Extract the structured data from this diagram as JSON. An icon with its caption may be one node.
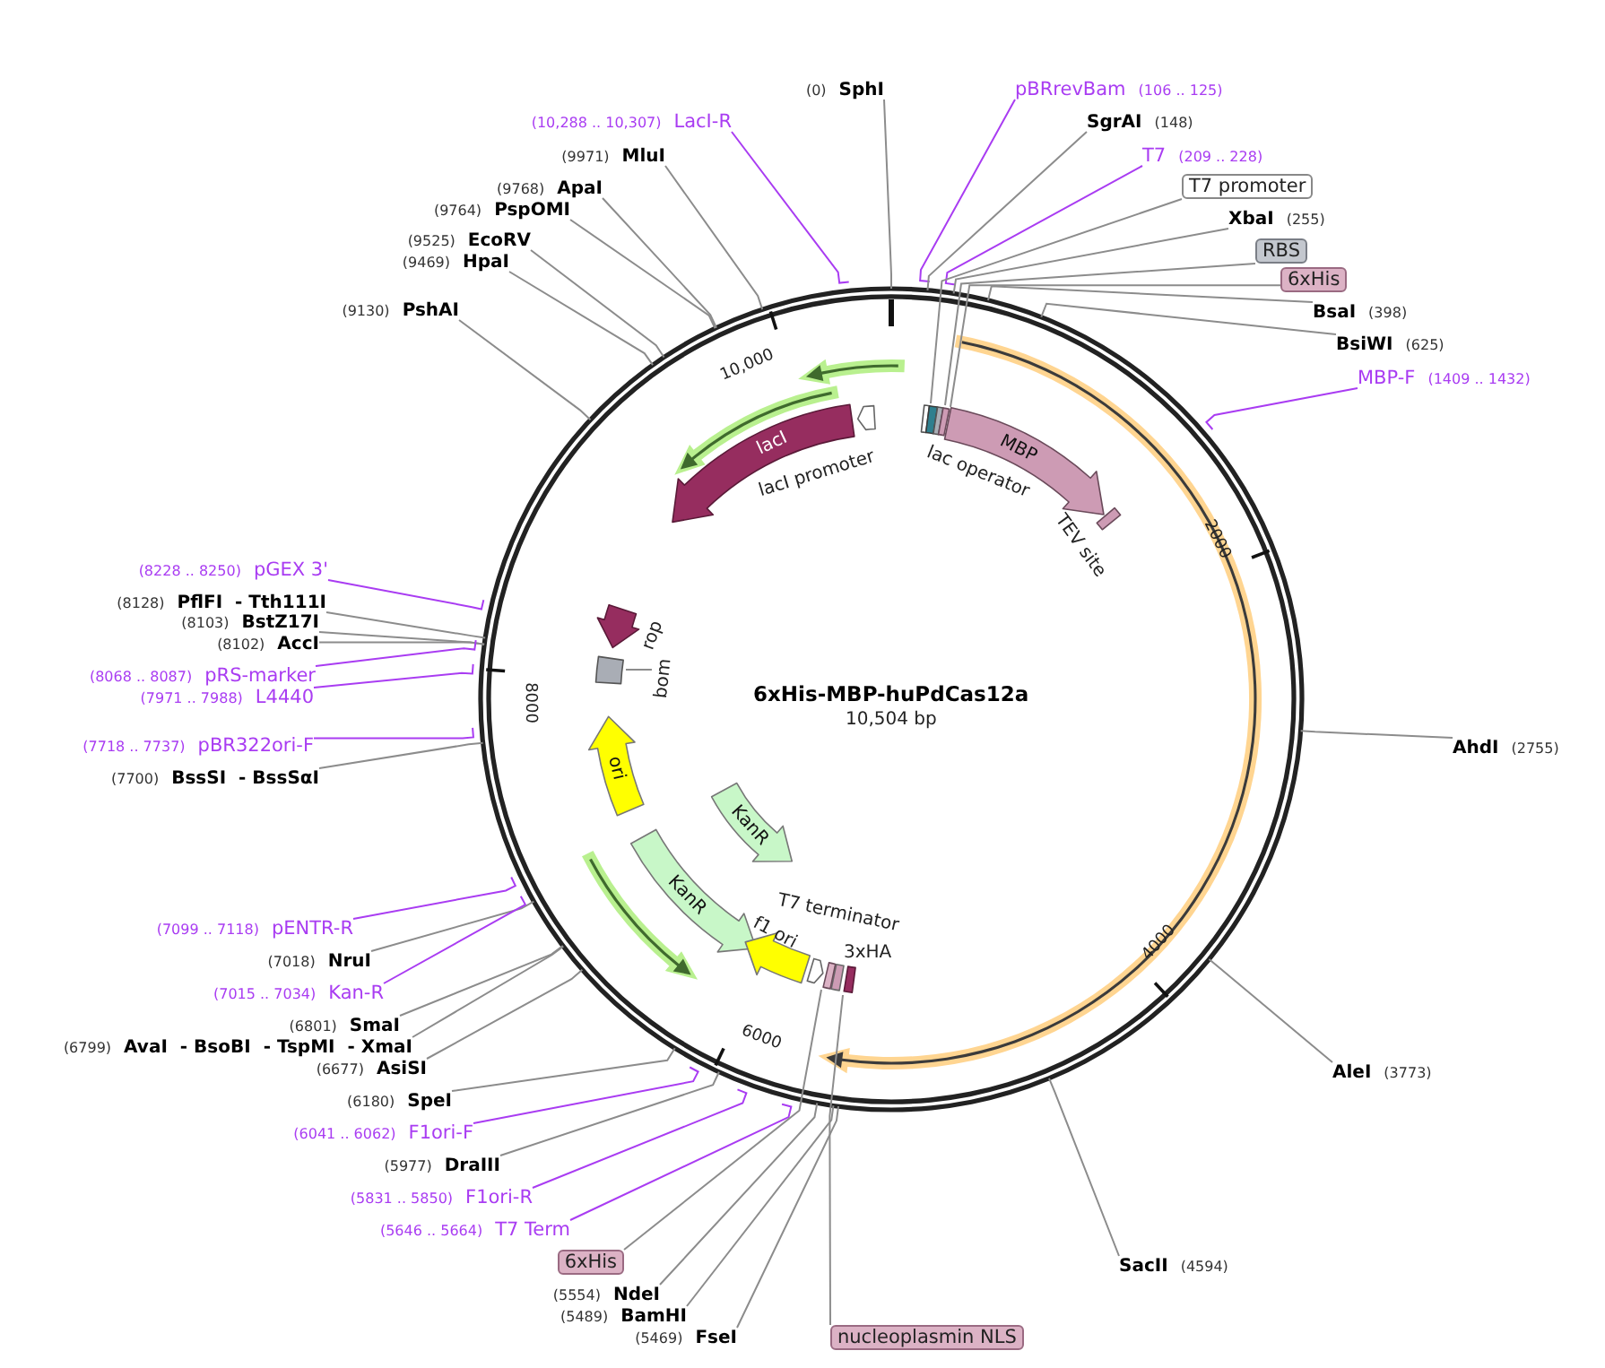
{
  "diagram": {
    "title": "6xHis-MBP-huPdCas12a",
    "nodes": [
      {
        "text": [
          "(0)",
          "SphI"
        ]
      },
      {
        "text": [
          "pBRrevBam",
          "(106 .. 125)"
        ]
      },
      {
        "text": [
          "(10,288 .. 10,307)",
          "LacI-R"
        ]
      },
      {
        "text": [
          "SgrAI",
          "(148)"
        ]
      },
      {
        "text": [
          "(9971)",
          "MluI"
        ]
      },
      {
        "text": [
          "T7",
          "(209 .. 228)"
        ]
      },
      {
        "text": [
          "T7 promoter"
        ]
      },
      {
        "text": [
          "(9768)",
          "ApaI"
        ]
      },
      {
        "text": [
          "(9764)",
          "PspOMI"
        ]
      },
      {
        "text": [
          "XbaI",
          "(255)"
        ]
      },
      {
        "text": [
          "(9525)",
          "EcoRV"
        ]
      },
      {
        "text": [
          "RBS"
        ]
      },
      {
        "text": [
          "(9469)",
          "HpaI"
        ]
      },
      {
        "text": [
          "6xHis"
        ]
      },
      {
        "text": [
          "(9130)",
          "PshAI"
        ]
      },
      {
        "text": [
          "BsaI",
          "(398)"
        ]
      },
      {
        "text": [
          "BsiWI",
          "(625)"
        ]
      },
      {
        "text": [
          "MBP-F",
          "(1409 .. 1432)"
        ]
      },
      {
        "text": [
          "lacI"
        ]
      },
      {
        "text": [],
        "shape": "arrow"
      },
      {
        "text": [],
        "shape": "bar"
      },
      {
        "text": [],
        "shape": "bar",
        "beside": [
          "lac operator"
        ]
      },
      {
        "text": [],
        "shape": "bar"
      },
      {
        "text": [],
        "shape": "bar"
      },
      {
        "text": [
          "MBP"
        ]
      },
      {
        "text": [],
        "shape": "bar",
        "beside": [
          "TEV site"
        ]
      },
      {
        "text": [
          "(8228 .. 8250)",
          "pGEX 3'"
        ]
      },
      {
        "text": [
          "(8128)",
          "PflFI",
          "- Tth111I"
        ]
      },
      {
        "text": [],
        "shape": "arrow",
        "beside": [
          "rop"
        ]
      },
      {
        "text": [
          "(8103)",
          "BstZ17I"
        ]
      },
      {
        "text": [
          "(8102)",
          "AccI"
        ]
      },
      {
        "text": [
          "bom"
        ]
      },
      {
        "text": [],
        "shape": "box"
      },
      {
        "text": [
          "(8068 .. 8087)",
          "pRS-marker"
        ]
      },
      {
        "text": [
          "(7971 .. 7988)",
          "L4440"
        ]
      },
      {
        "text": [
          "(7718 .. 7737)",
          "pBR322ori-F"
        ]
      },
      {
        "text": [
          "AhdI",
          "(2755)"
        ]
      },
      {
        "text": [
          "ori"
        ]
      },
      {
        "text": [
          "(7700)",
          "BssSI",
          "- BssSαI"
        ]
      },
      {
        "text": [
          "KanR"
        ]
      },
      {
        "text": [
          "KanR"
        ]
      },
      {
        "text": [
          "(7099 .. 7118)",
          "pENTR-R"
        ]
      },
      {
        "text": [],
        "shape": "arrow",
        "beside": [
          "f1 ori"
        ]
      },
      {
        "text": [],
        "shape": "arrow"
      },
      {
        "text": [],
        "shape": "box"
      },
      {
        "text": [],
        "shape": "bar"
      },
      {
        "text": [],
        "shape": "bar"
      },
      {
        "text": [
          "(7018)",
          "NruI"
        ]
      },
      {
        "text": [
          "(7015 .. 7034)",
          "Kan-R"
        ]
      },
      {
        "text": [
          "(6801)",
          "SmaI"
        ]
      },
      {
        "text": [
          "(6799)",
          "AvaI",
          "- BsoBI",
          "- TspMI",
          "- XmaI"
        ]
      },
      {
        "text": [
          "(6677)",
          "AsiSI"
        ]
      },
      {
        "text": [
          "AleI",
          "(3773)"
        ]
      },
      {
        "text": [
          "(6180)",
          "SpeI"
        ]
      },
      {
        "text": [
          "(6041 .. 6062)",
          "F1ori-F"
        ]
      },
      {
        "text": [
          "(5977)",
          "DraIII"
        ]
      },
      {
        "text": [
          "(5831 .. 5850)",
          "F1ori-R"
        ]
      },
      {
        "text": [
          "(5646 .. 5664)",
          "T7 Term"
        ]
      },
      {
        "text": [
          "6xHis"
        ]
      },
      {
        "text": [
          "SacII",
          "(4594)"
        ]
      },
      {
        "text": [
          "(5554)",
          "NdeI"
        ]
      },
      {
        "text": [
          "(5489)",
          "BamHI"
        ]
      },
      {
        "text": [
          "(5469)",
          "FseI"
        ]
      },
      {
        "text": [
          "nucleoplasmin NLS"
        ]
      },
      {
        "text": [],
        "shape": "arrow"
      },
      {
        "text": [],
        "shape": "arrow"
      },
      {
        "text": [],
        "shape": "arrow"
      },
      {
        "text": [],
        "shape": "arrow"
      }
    ],
    "edges": [
      {
        "from": 0,
        "to": null,
        "arrow": "none"
      },
      {
        "from": 1,
        "to": null,
        "arrow": "none",
        "color": "#a93cf2"
      },
      {
        "from": 2,
        "to": null,
        "arrow": "none",
        "color": "#a93cf2"
      },
      {
        "from": 3,
        "to": null,
        "arrow": "none"
      },
      {
        "from": 4,
        "to": null,
        "arrow": "none"
      },
      {
        "from": 5,
        "to": null,
        "arrow": "none",
        "color": "#a93cf2"
      },
      {
        "from": 6,
        "to": 20,
        "arrow": "none"
      },
      {
        "from": 7,
        "to": null,
        "arrow": "none"
      },
      {
        "from": 8,
        "to": null,
        "arrow": "none"
      },
      {
        "from": 9,
        "to": null,
        "arrow": "none"
      },
      {
        "from": 10,
        "to": null,
        "arrow": "none"
      },
      {
        "from": 11,
        "to": 22,
        "arrow": "none"
      },
      {
        "from": 12,
        "to": null,
        "arrow": "none"
      },
      {
        "from": 13,
        "to": 23,
        "arrow": "none"
      },
      {
        "from": 14,
        "to": null,
        "arrow": "none"
      },
      {
        "from": 15,
        "to": null,
        "arrow": "none"
      },
      {
        "from": 16,
        "to": null,
        "arrow": "none"
      },
      {
        "from": 17,
        "to": null,
        "arrow": "none",
        "color": "#a93cf2"
      },
      {
        "from": 26,
        "to": null,
        "arrow": "none",
        "color": "#a93cf2"
      },
      {
        "from": 27,
        "to": null,
        "arrow": "none"
      },
      {
        "from": 29,
        "to": null,
        "arrow": "none"
      },
      {
        "from": 30,
        "to": null,
        "arrow": "none"
      },
      {
        "from": 31,
        "to": 32,
        "arrow": "none"
      },
      {
        "from": 33,
        "to": null,
        "arrow": "none",
        "color": "#a93cf2"
      },
      {
        "from": 34,
        "to": null,
        "arrow": "none",
        "color": "#a93cf2"
      },
      {
        "from": 35,
        "to": null,
        "arrow": "none",
        "color": "#a93cf2"
      },
      {
        "from": 36,
        "to": null,
        "arrow": "none"
      },
      {
        "from": 38,
        "to": null,
        "arrow": "none"
      },
      {
        "from": 41,
        "to": null,
        "arrow": "none",
        "color": "#a93cf2"
      },
      {
        "from": 47,
        "to": null,
        "arrow": "none"
      },
      {
        "from": 48,
        "to": null,
        "arrow": "none",
        "color": "#a93cf2"
      },
      {
        "from": 49,
        "to": null,
        "arrow": "none"
      },
      {
        "from": 50,
        "to": null,
        "arrow": "none"
      },
      {
        "from": 51,
        "to": null,
        "arrow": "none"
      },
      {
        "from": 52,
        "to": null,
        "arrow": "none"
      },
      {
        "from": 53,
        "to": null,
        "arrow": "none"
      },
      {
        "from": 54,
        "to": null,
        "arrow": "none",
        "color": "#a93cf2"
      },
      {
        "from": 55,
        "to": null,
        "arrow": "none"
      },
      {
        "from": 56,
        "to": null,
        "arrow": "none",
        "color": "#a93cf2"
      },
      {
        "from": 57,
        "to": null,
        "arrow": "none",
        "color": "#a93cf2"
      },
      {
        "from": 58,
        "to": 45,
        "arrow": "none"
      },
      {
        "from": 59,
        "to": null,
        "arrow": "none"
      },
      {
        "from": 60,
        "to": null,
        "arrow": "none"
      },
      {
        "from": 61,
        "to": null,
        "arrow": "none"
      },
      {
        "from": 62,
        "to": null,
        "arrow": "none"
      },
      {
        "from": 63,
        "to": 46,
        "arrow": "none"
      }
    ],
    "labels": [
      "10,000",
      "lacI promoter",
      "2000",
      "8000",
      "10,504 bp",
      "T7 terminator",
      "3xHA",
      "4000",
      "6000"
    ]
  }
}
